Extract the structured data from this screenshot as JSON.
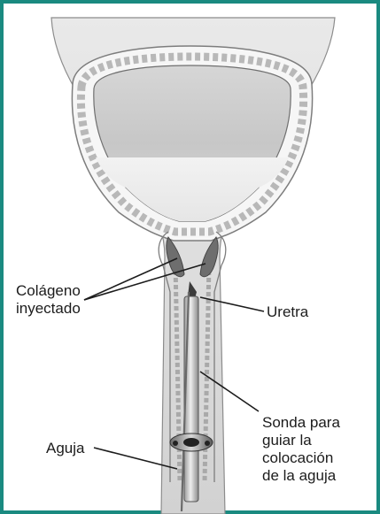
{
  "figure": {
    "frame_color": "#1a8a80",
    "labels": {
      "injected_collagen": "Colágeno\ninyectado",
      "urethra": "Uretra",
      "probe": "Sonda para\nguiar la\ncolocación\nde la aguja",
      "needle": "Aguja"
    }
  }
}
